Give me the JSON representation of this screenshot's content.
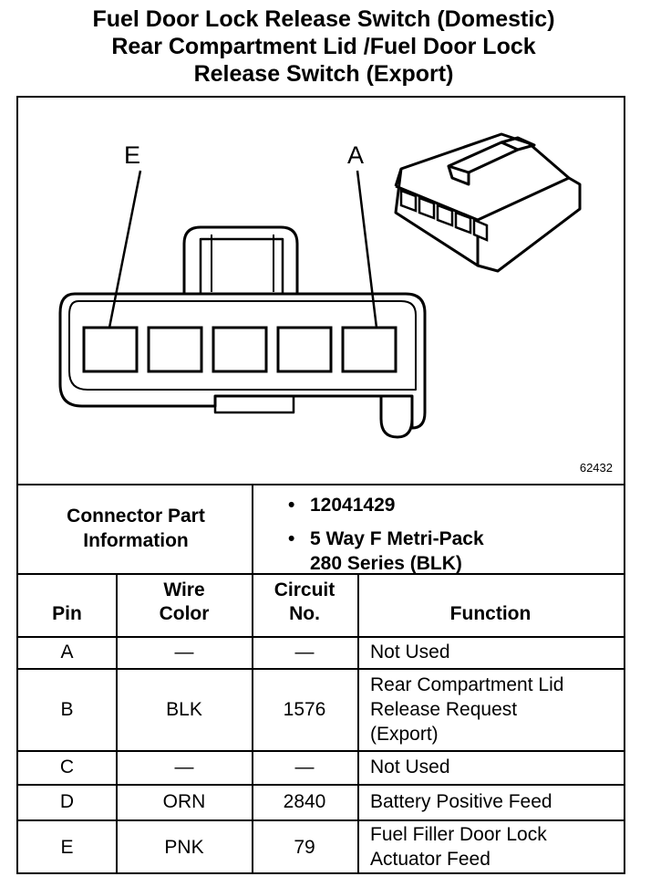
{
  "title": {
    "line1": "Fuel Door Lock Release Switch (Domestic)",
    "line2": "Rear Compartment Lid /Fuel Door Lock",
    "line3": "Release Switch (Export)"
  },
  "diagram": {
    "pin_label_left": "E",
    "pin_label_right": "A",
    "figure_number": "62432"
  },
  "connector_info": {
    "label_line1": "Connector Part",
    "label_line2": "Information",
    "bullet": "•",
    "part_number": "12041429",
    "connector_type_line1": "5 Way F Metri-Pack",
    "connector_type_line2": "280 Series (BLK)"
  },
  "table": {
    "headers": {
      "pin": "Pin",
      "wire_color_line1": "Wire",
      "wire_color_line2": "Color",
      "circuit_line1": "Circuit",
      "circuit_line2": "No.",
      "function": "Function"
    },
    "rows": [
      {
        "pin": "A",
        "wire_color": "—",
        "circuit": "—",
        "function_lines": [
          "Not Used"
        ]
      },
      {
        "pin": "B",
        "wire_color": "BLK",
        "circuit": "1576",
        "function_lines": [
          "Rear Compartment Lid",
          "Release Request",
          "(Export)"
        ]
      },
      {
        "pin": "C",
        "wire_color": "—",
        "circuit": "—",
        "function_lines": [
          "Not Used"
        ]
      },
      {
        "pin": "D",
        "wire_color": "ORN",
        "circuit": "2840",
        "function_lines": [
          "Battery Positive Feed"
        ]
      },
      {
        "pin": "E",
        "wire_color": "PNK",
        "circuit": "79",
        "function_lines": [
          "Fuel Filler Door Lock",
          "Actuator Feed"
        ]
      }
    ]
  }
}
